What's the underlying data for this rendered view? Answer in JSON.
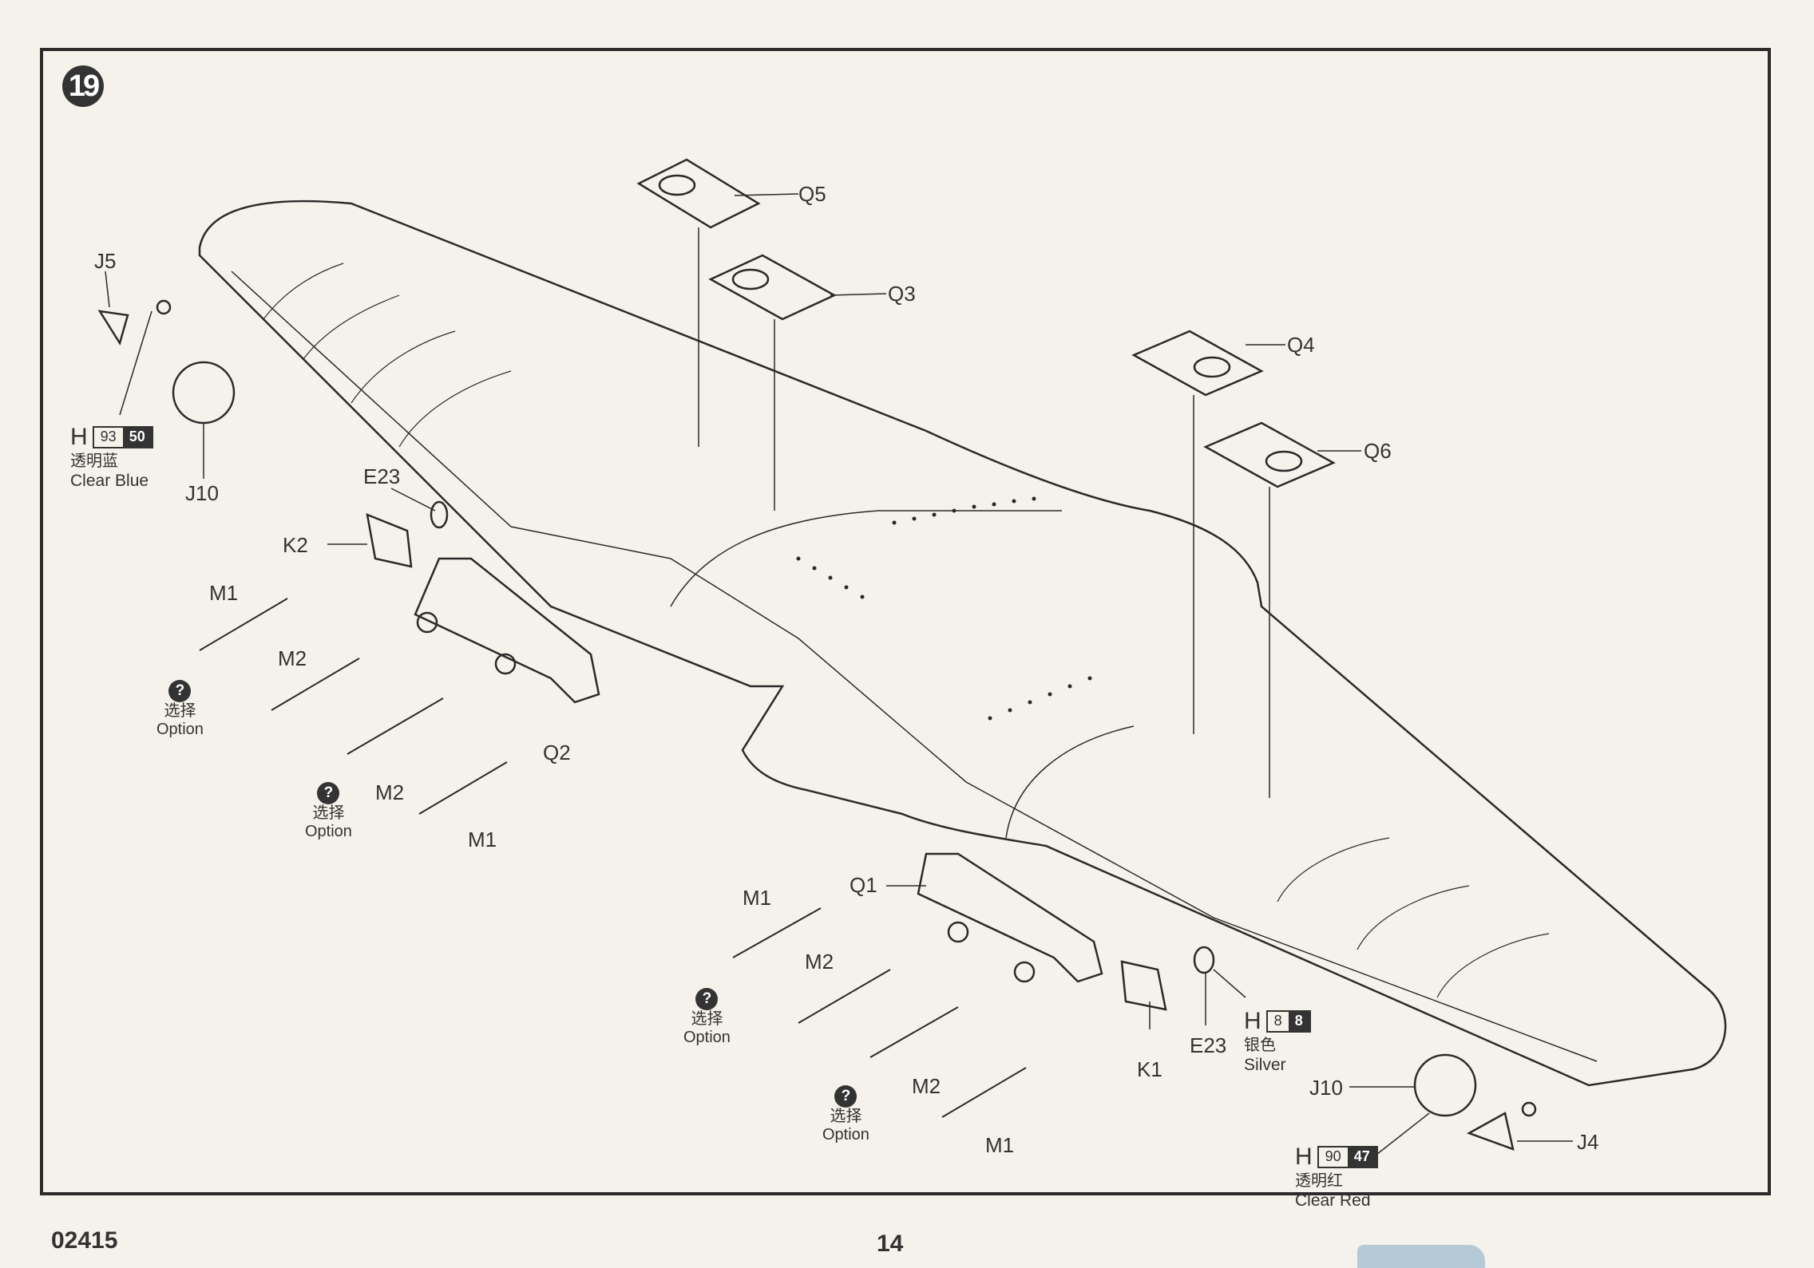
{
  "step": {
    "number": "19"
  },
  "footer": {
    "product_code": "02415",
    "page_number": "14"
  },
  "parts": {
    "Q5": "Q5",
    "Q3": "Q3",
    "Q4": "Q4",
    "Q6": "Q6",
    "J5": "J5",
    "J10_left": "J10",
    "J10_right": "J10",
    "E23_left": "E23",
    "E23_right": "E23",
    "K2": "K2",
    "K1": "K1",
    "Q2": "Q2",
    "Q1": "Q1",
    "J4": "J4",
    "M1_a": "M1",
    "M2_a": "M2",
    "M2_b": "M2",
    "M1_b": "M1",
    "M1_c": "M1",
    "M2_c": "M2",
    "M2_d": "M2",
    "M1_d": "M1"
  },
  "paint_callouts": [
    {
      "prefix": "H",
      "code_light": "93",
      "code_dark": "50",
      "name_cn": "透明蓝",
      "name_en": "Clear Blue"
    },
    {
      "prefix": "H",
      "code_light": "8",
      "code_dark": "8",
      "name_cn": "银色",
      "name_en": "Silver"
    },
    {
      "prefix": "H",
      "code_light": "90",
      "code_dark": "47",
      "name_cn": "透明红",
      "name_en": "Clear Red"
    }
  ],
  "option_markers": [
    {
      "icon": "?",
      "label_cn": "选择",
      "label_en": "Option"
    },
    {
      "icon": "?",
      "label_cn": "选择",
      "label_en": "Option"
    },
    {
      "icon": "?",
      "label_cn": "选择",
      "label_en": "Option"
    },
    {
      "icon": "?",
      "label_cn": "选择",
      "label_en": "Option"
    }
  ]
}
